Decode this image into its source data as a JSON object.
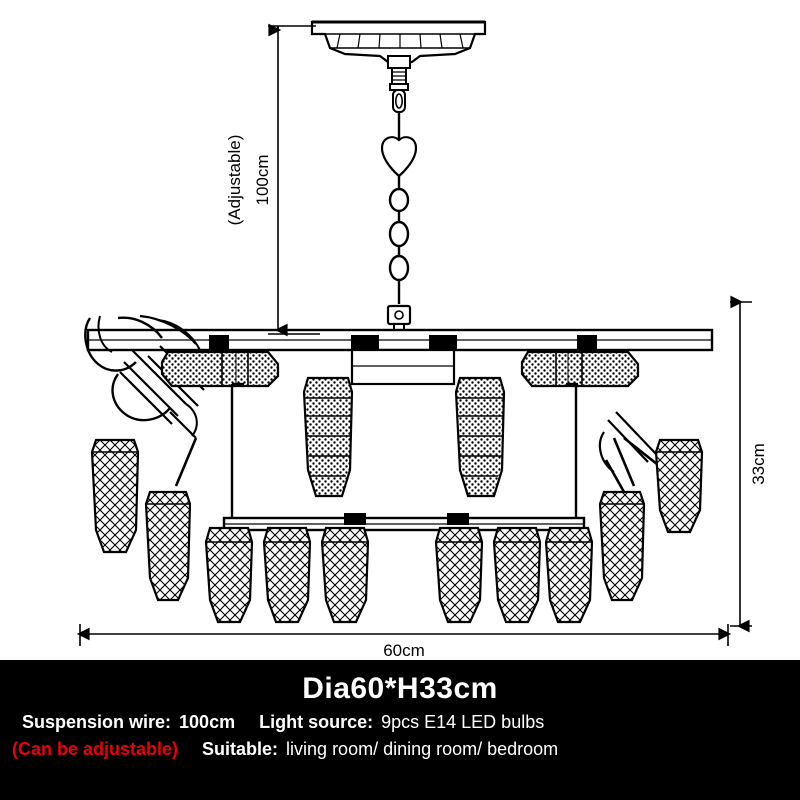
{
  "product": {
    "title": "Dia60*H33cm"
  },
  "dimensions": {
    "height_vertical_label": "100cm",
    "height_vertical_note": "(Adjustable)",
    "fixture_height_label": "33cm",
    "width_label": "60cm"
  },
  "specs": {
    "suspension_wire_label": "Suspension wire:",
    "suspension_wire_value": "100cm",
    "adjustable_note": "(Can be adjustable)",
    "light_source_label": "Light source:",
    "light_source_value": "9pcs E14 LED bulbs",
    "suitable_label": "Suitable:",
    "suitable_value": "living room/ dining room/ bedroom"
  },
  "colors": {
    "panel_bg": "#000000",
    "panel_text": "#ffffff",
    "accent_red": "#e8000b",
    "line": "#000000",
    "background": "#ffffff"
  }
}
